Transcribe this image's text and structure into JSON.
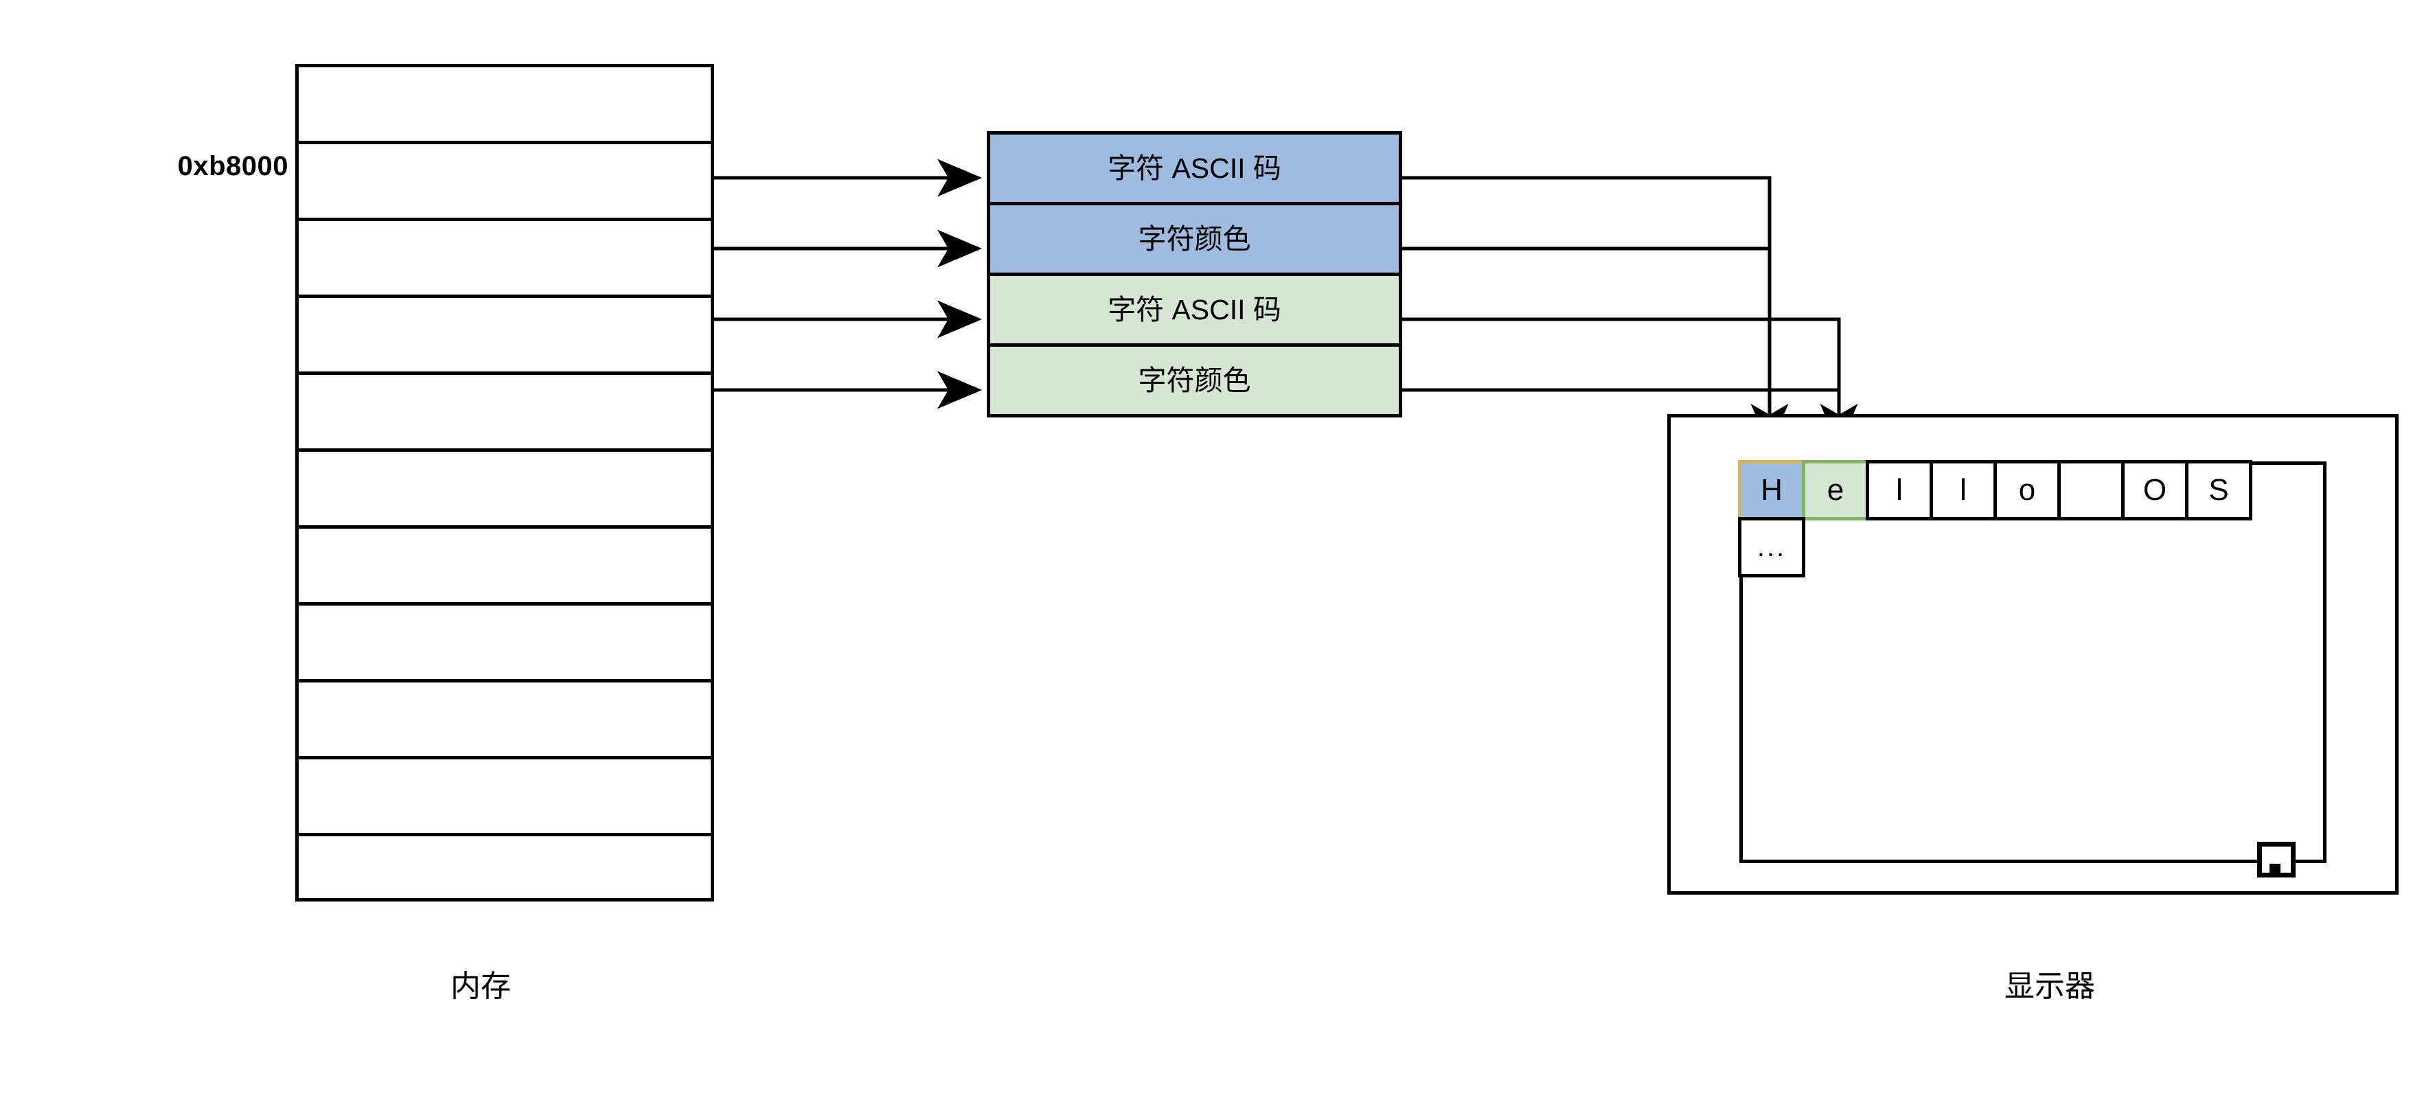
{
  "diagram": {
    "title_memory": "内存",
    "title_monitor": "显示器",
    "address_label": "0xb8000",
    "memory": {
      "row_count": 11,
      "rows": [
        {
          "label": ""
        },
        {
          "label": ""
        },
        {
          "label": ""
        },
        {
          "label": ""
        },
        {
          "label": ""
        },
        {
          "label": ""
        },
        {
          "label": ""
        },
        {
          "label": ""
        },
        {
          "label": ""
        },
        {
          "label": ""
        },
        {
          "label": ""
        }
      ]
    },
    "attributes": [
      {
        "label": "字符 ASCII 码",
        "group": "blue",
        "color": "#a0bbe0"
      },
      {
        "label": "字符颜色",
        "group": "blue",
        "color": "#a0bbe0"
      },
      {
        "label": "字符 ASCII 码",
        "group": "green",
        "color": "#d5e6d2"
      },
      {
        "label": "字符颜色",
        "group": "green",
        "color": "#d5e6d2"
      }
    ],
    "screen": {
      "cells": [
        {
          "char": "H",
          "highlight": "blue"
        },
        {
          "char": "e",
          "highlight": "green"
        },
        {
          "char": "l",
          "highlight": "none"
        },
        {
          "char": "l",
          "highlight": "none"
        },
        {
          "char": "o",
          "highlight": "none"
        },
        {
          "char": "",
          "highlight": "none"
        },
        {
          "char": "O",
          "highlight": "none"
        },
        {
          "char": "S",
          "highlight": "none"
        }
      ],
      "ellipsis": "..."
    },
    "colors": {
      "blue_fill": "#a0bbe0",
      "green_fill": "#d5e6d2",
      "blue_cell_border": "#d6b656",
      "green_cell_border": "#82b366",
      "stroke": "#000000"
    }
  }
}
